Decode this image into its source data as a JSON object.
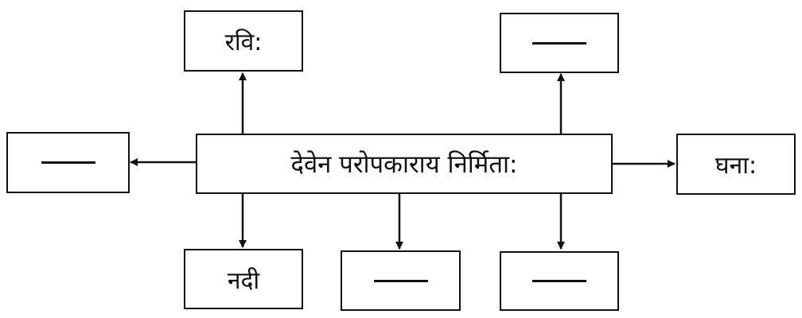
{
  "center": {
    "label": "देवेन परोपकाराय निर्मिता:"
  },
  "nodes": {
    "top_left": {
      "label": "रवि:"
    },
    "top_right": {
      "label": ""
    },
    "left": {
      "label": ""
    },
    "right": {
      "label": "घना:"
    },
    "bottom_left": {
      "label": "नदी"
    },
    "bottom_middle": {
      "label": ""
    },
    "bottom_right": {
      "label": ""
    }
  }
}
